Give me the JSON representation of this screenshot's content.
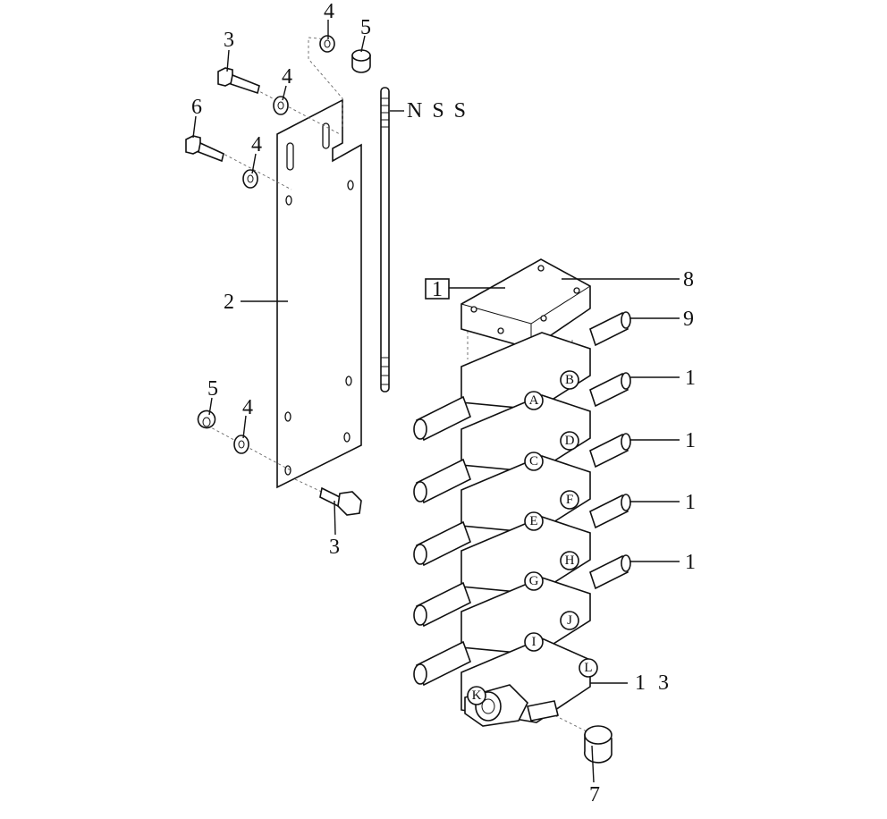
{
  "callouts": {
    "c_4_top": "4",
    "c_5_top": "5",
    "c_3_top": "3",
    "c_4_a": "4",
    "c_6": "6",
    "c_4_b": "4",
    "c_nss": "NSS",
    "c_2": "2",
    "c_8": "8",
    "c_box": "1",
    "c_9": "9",
    "c_1_a": "1",
    "c_1_b": "1",
    "c_1_c": "1",
    "c_1_d": "1",
    "c_5_bot": "5",
    "c_4_bot": "4",
    "c_3_bot": "3",
    "c_13": "13",
    "c_7": "7"
  },
  "port_labels": [
    "A",
    "B",
    "C",
    "D",
    "E",
    "F",
    "G",
    "H",
    "I",
    "J",
    "K",
    "L"
  ]
}
